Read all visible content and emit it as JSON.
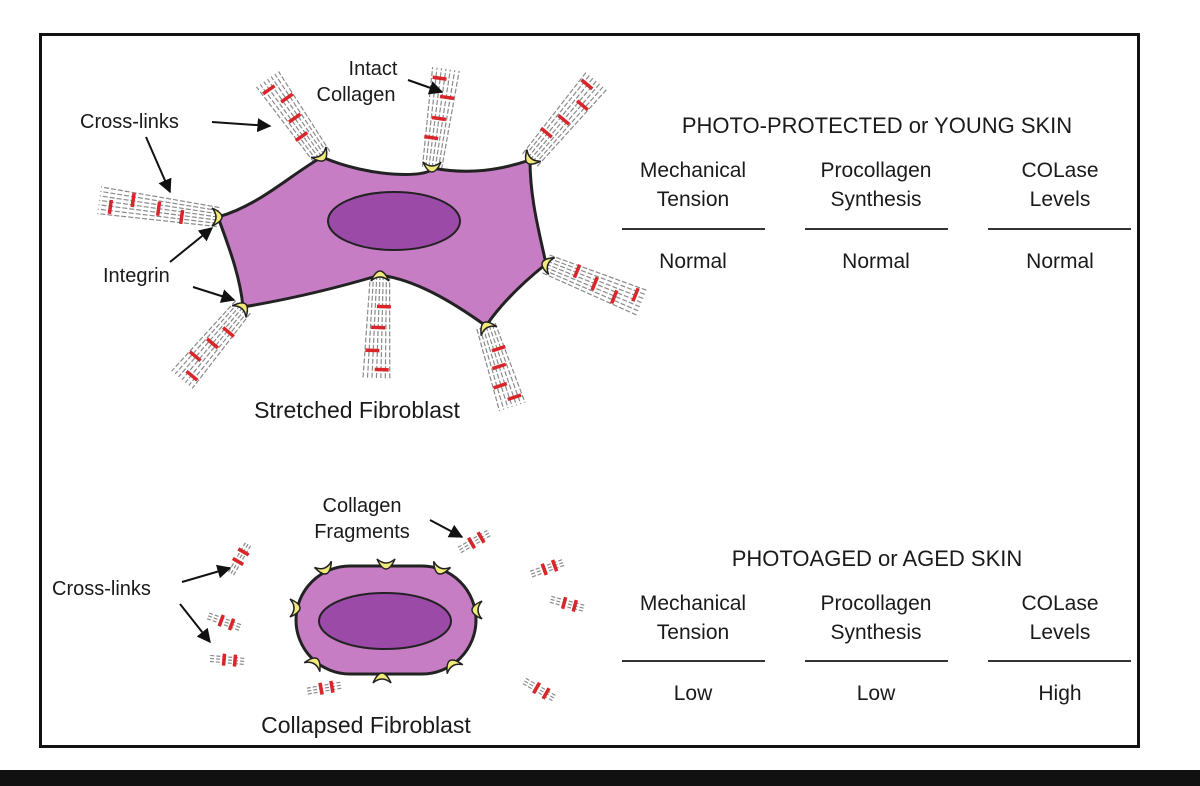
{
  "top_panel": {
    "labels": {
      "intact_collagen_1": "Intact",
      "intact_collagen_2": "Collagen",
      "cross_links": "Cross-links",
      "integrin": "Integrin",
      "caption": "Stretched Fibroblast"
    },
    "table": {
      "title": "PHOTO-PROTECTED or YOUNG SKIN",
      "columns": [
        {
          "line1": "Mechanical",
          "line2": "Tension",
          "value": "Normal"
        },
        {
          "line1": "Procollagen",
          "line2": "Synthesis",
          "value": "Normal"
        },
        {
          "line1": "COLase",
          "line2": "Levels",
          "value": "Normal"
        }
      ]
    }
  },
  "bottom_panel": {
    "labels": {
      "collagen_fragments_1": "Collagen",
      "collagen_fragments_2": "Fragments",
      "cross_links": "Cross-links",
      "caption": "Collapsed Fibroblast"
    },
    "table": {
      "title": "PHOTOAGED or AGED SKIN",
      "columns": [
        {
          "line1": "Mechanical",
          "line2": "Tension",
          "value": "Low"
        },
        {
          "line1": "Procollagen",
          "line2": "Synthesis",
          "value": "Low"
        },
        {
          "line1": "COLase",
          "line2": "Levels",
          "value": "High"
        }
      ]
    }
  },
  "colors": {
    "cell_fill": "#c77dc4",
    "nucleus_fill": "#9b4aa8",
    "integrin_fill": "#f2ea7a",
    "crosslink_red": "#d8262a",
    "fiber_gray": "#8a8a8a"
  }
}
